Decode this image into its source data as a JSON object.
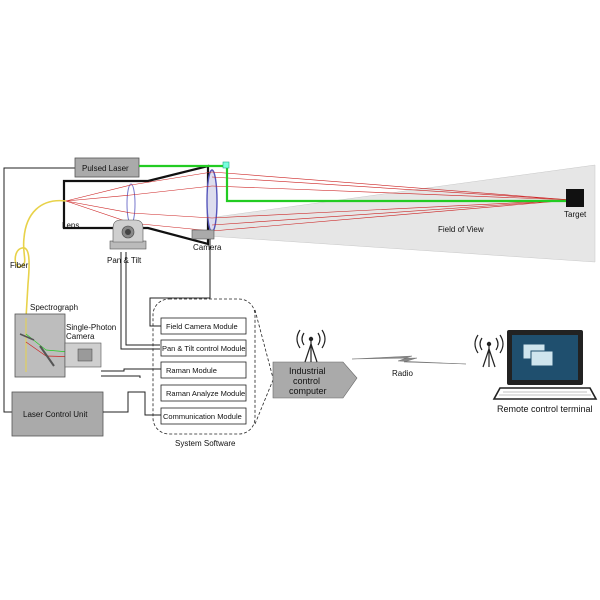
{
  "labels": {
    "pulsed_laser": "Pulsed Laser",
    "lens": "Lens",
    "fiber": "Fiber",
    "pan_tilt": "Pan & Tilt",
    "camera": "Camera",
    "field_of_view": "Field of View",
    "target": "Target",
    "spectrograph": "Spectrograph",
    "single_photon_line1": "Single-Photon",
    "single_photon_line2": "Camera",
    "laser_control_unit": "Laser Control Unit",
    "system_software": "System Software",
    "industrial_line1": "Industrial",
    "industrial_line2": "control",
    "industrial_line3": "computer",
    "radio": "Radio",
    "remote_terminal": "Remote control terminal"
  },
  "modules": [
    "Field Camera Module",
    "Pan & Tilt control Module",
    "Raman Module",
    "Raman Analyze Module",
    "Communication Module"
  ],
  "colors": {
    "laser_beam": "#22cc22",
    "rays": "#cc2222",
    "fiber": "#e8d24a",
    "box_gray": "#aaaaaa",
    "fov": "#e6e6e6",
    "screen": "#1f4f6e"
  }
}
